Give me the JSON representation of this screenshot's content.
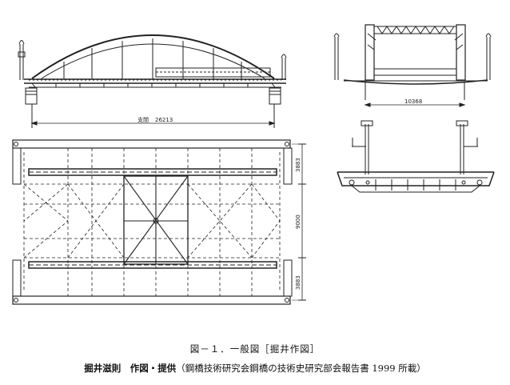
{
  "dimensions": {
    "span": "26213",
    "span_label": "支間",
    "width": "10368",
    "plan_top": "3883",
    "plan_mid": "9000",
    "plan_bot": "3883"
  },
  "caption": {
    "figure": "図－１．一般図［掘井作図］",
    "author": "掘井滋則　作図・提供",
    "source": "（鋼橋技術研究会鋼橋の技術史研究部会報告書 1999 所載）"
  }
}
